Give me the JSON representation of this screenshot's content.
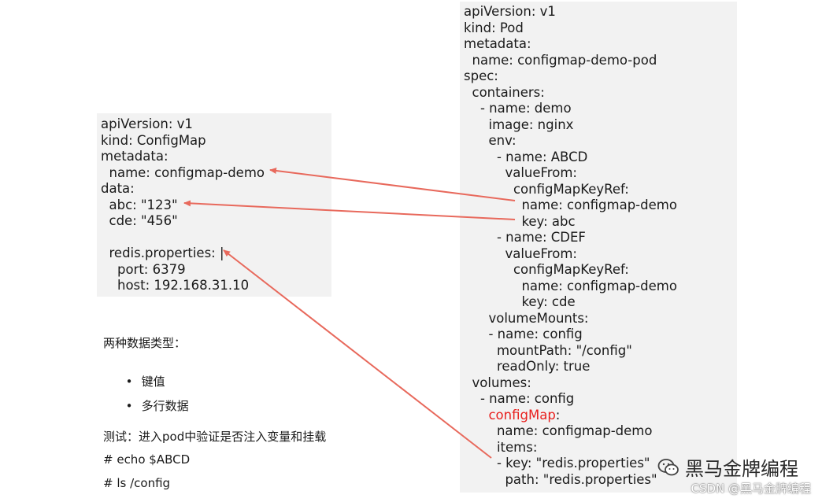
{
  "configmap_yaml": [
    {
      "indent": "",
      "text": "apiVersion: v1"
    },
    {
      "indent": "",
      "text": "kind: ConfigMap"
    },
    {
      "indent": "",
      "text": "metadata:"
    },
    {
      "indent": "  ",
      "text": "name: configmap-demo"
    },
    {
      "indent": "",
      "text": "data:"
    },
    {
      "indent": "  ",
      "text": "abc: \"123\""
    },
    {
      "indent": "  ",
      "text": "cde: \"456\""
    },
    {
      "indent": "",
      "text": ""
    },
    {
      "indent": "  ",
      "text": "redis.properties: |"
    },
    {
      "indent": "    ",
      "text": "port: 6379"
    },
    {
      "indent": "    ",
      "text": "host: 192.168.31.10"
    }
  ],
  "pod_yaml": [
    {
      "indent": "",
      "text": "apiVersion: v1"
    },
    {
      "indent": "",
      "text": "kind: Pod"
    },
    {
      "indent": "",
      "text": "metadata:"
    },
    {
      "indent": "  ",
      "text": "name: configmap-demo-pod"
    },
    {
      "indent": "",
      "text": "spec:"
    },
    {
      "indent": "  ",
      "text": "containers:"
    },
    {
      "indent": "    ",
      "text": "- name: demo"
    },
    {
      "indent": "      ",
      "text": "image: nginx"
    },
    {
      "indent": "      ",
      "text": "env:"
    },
    {
      "indent": "        ",
      "text": "- name: ABCD"
    },
    {
      "indent": "          ",
      "text": "valueFrom:"
    },
    {
      "indent": "            ",
      "text": "configMapKeyRef:"
    },
    {
      "indent": "              ",
      "text": "name: configmap-demo"
    },
    {
      "indent": "              ",
      "text": "key: abc"
    },
    {
      "indent": "        ",
      "text": "- name: CDEF"
    },
    {
      "indent": "          ",
      "text": "valueFrom:"
    },
    {
      "indent": "            ",
      "text": "configMapKeyRef:"
    },
    {
      "indent": "              ",
      "text": "name: configmap-demo"
    },
    {
      "indent": "              ",
      "text": "key: cde"
    },
    {
      "indent": "      ",
      "text": "volumeMounts:"
    },
    {
      "indent": "      ",
      "text": "- name: config"
    },
    {
      "indent": "        ",
      "text": "mountPath: \"/config\""
    },
    {
      "indent": "        ",
      "text": "readOnly: true"
    },
    {
      "indent": "  ",
      "text": "volumes:"
    },
    {
      "indent": "    ",
      "text": "- name: config"
    },
    {
      "indent": "      ",
      "text": "configMap:",
      "highlight": "configMap",
      "rest": ":"
    },
    {
      "indent": "        ",
      "text": "name: configmap-demo"
    },
    {
      "indent": "        ",
      "text": "items:"
    },
    {
      "indent": "        ",
      "text": "- key: \"redis.properties\""
    },
    {
      "indent": "          ",
      "text": "path: \"redis.properties\""
    }
  ],
  "notes": {
    "title": "两种数据类型：",
    "bullet_char": "•",
    "bullets": [
      "键值",
      "多行数据"
    ],
    "test_title": "测试：进入pod中验证是否注入变量和挂载",
    "commands": [
      "# echo $ABCD",
      "# ls /config"
    ]
  },
  "watermark": {
    "brand": "黑马金牌编程",
    "credit": "CSDN @黑马金牌编程"
  },
  "colors": {
    "box_background": "#f2f2f2",
    "arrow": "#e8695c",
    "highlight": "#e8201e",
    "text": "#1a1a1a"
  }
}
